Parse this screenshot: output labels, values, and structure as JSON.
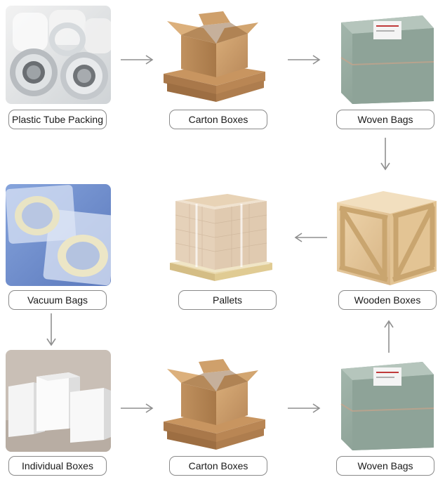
{
  "steps": {
    "plastic_tube": "Plastic Tube Packing",
    "carton_top": "Carton Boxes",
    "woven_top": "Woven Bags",
    "vacuum": "Vacuum Bags",
    "pallets": "Pallets",
    "wooden": "Wooden Boxes",
    "individual": "Individual Boxes",
    "carton_bottom": "Carton Boxes",
    "woven_bottom": "Woven Bags"
  },
  "colors": {
    "label_border": "#8a8a8a",
    "arrow": "#8f8f8f",
    "cardboard": "#c99a66",
    "wood": "#e6c99c",
    "woven": "#8fa69a",
    "vacuum_bg": "#6f8fcf"
  }
}
